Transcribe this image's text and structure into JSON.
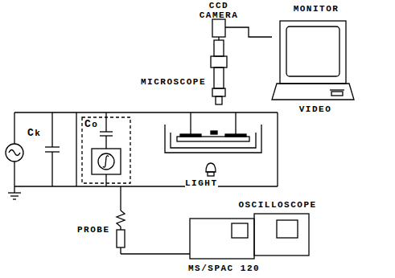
{
  "diagram": {
    "nodes": [
      {
        "text": [
          "CCD CAMERA"
        ]
      },
      {
        "text": [
          "MICROSCOPE"
        ]
      },
      {
        "text": [
          "MONITOR",
          "VIDEO"
        ]
      },
      {
        "text": [
          "OSCILLOSCOPE",
          "MS/SPAC 120"
        ]
      }
    ],
    "edges": [
      {
        "from": 0,
        "to": 1,
        "arrow": "none"
      },
      {
        "from": 0,
        "to": 2,
        "arrow": "none"
      }
    ],
    "labels": [
      "Ck",
      "Co",
      "LIGHT",
      "PROBE"
    ]
  }
}
